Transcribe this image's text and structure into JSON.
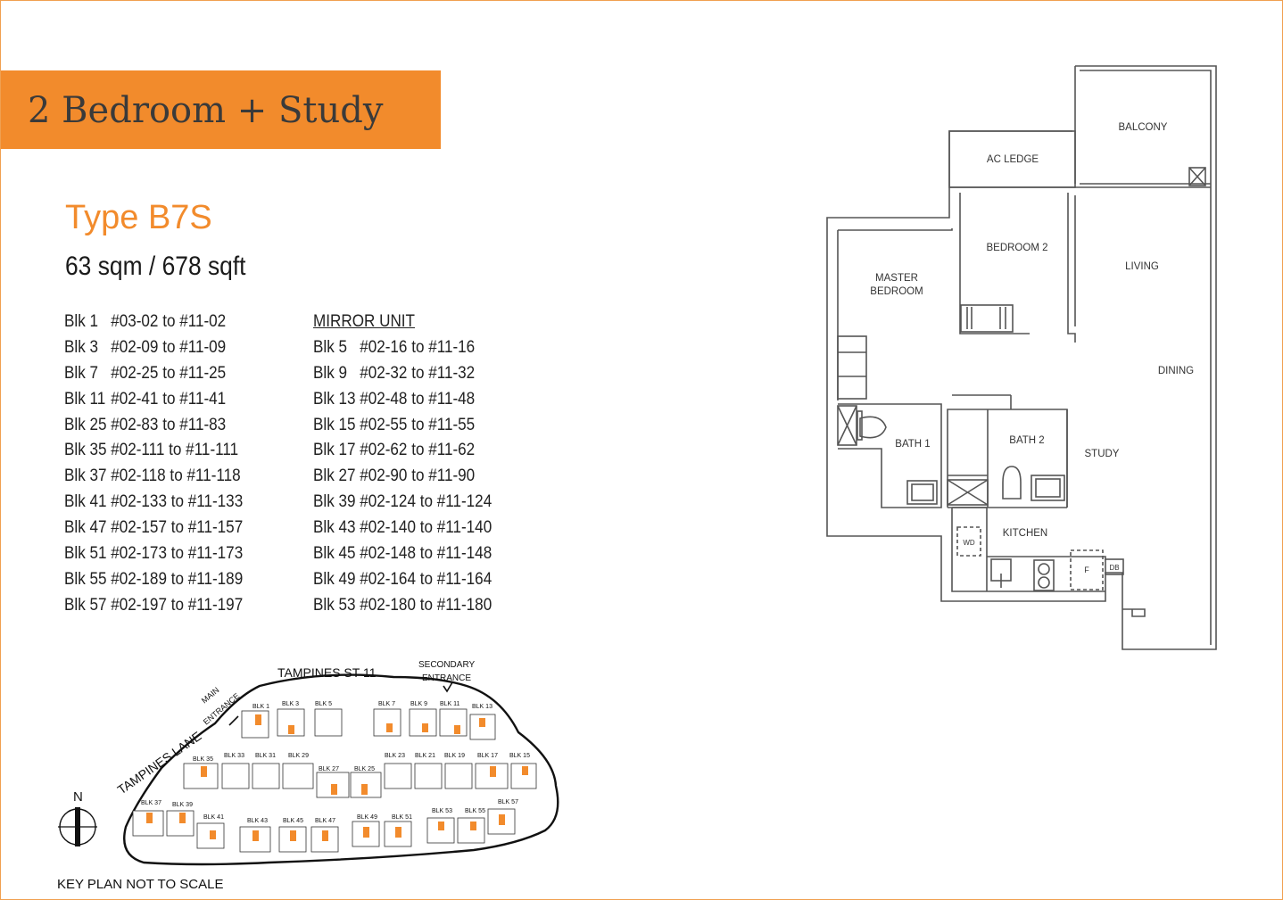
{
  "header": {
    "title": "2 Bedroom + Study"
  },
  "unit": {
    "type": "Type B7S",
    "area": "63 sqm / 678 sqft"
  },
  "units": [
    {
      "blk": "Blk 1",
      "range": "#03-02 to #11-02"
    },
    {
      "blk": "Blk 3",
      "range": "#02-09 to #11-09"
    },
    {
      "blk": "Blk 7",
      "range": "#02-25 to #11-25"
    },
    {
      "blk": "Blk 11",
      "range": "#02-41 to #11-41"
    },
    {
      "blk": "Blk 25",
      "range": "#02-83 to #11-83"
    },
    {
      "blk": "Blk 35",
      "range": "#02-111 to #11-111"
    },
    {
      "blk": "Blk 37",
      "range": "#02-118 to #11-118"
    },
    {
      "blk": "Blk 41",
      "range": "#02-133 to #11-133"
    },
    {
      "blk": "Blk 47",
      "range": "#02-157 to #11-157"
    },
    {
      "blk": "Blk 51",
      "range": "#02-173 to #11-173"
    },
    {
      "blk": "Blk 55",
      "range": "#02-189 to #11-189"
    },
    {
      "blk": "Blk 57",
      "range": "#02-197 to #11-197"
    }
  ],
  "mirror": {
    "heading": "MIRROR UNIT",
    "units": [
      {
        "blk": "Blk 5",
        "range": "#02-16 to #11-16"
      },
      {
        "blk": "Blk 9",
        "range": "#02-32 to #11-32"
      },
      {
        "blk": "Blk 13",
        "range": "#02-48 to #11-48"
      },
      {
        "blk": "Blk 15",
        "range": "#02-55 to #11-55"
      },
      {
        "blk": "Blk 17",
        "range": "#02-62 to #11-62"
      },
      {
        "blk": "Blk 27",
        "range": "#02-90 to #11-90"
      },
      {
        "blk": "Blk 39",
        "range": "#02-124 to #11-124"
      },
      {
        "blk": "Blk 43",
        "range": "#02-140 to #11-140"
      },
      {
        "blk": "Blk 45",
        "range": "#02-148 to #11-148"
      },
      {
        "blk": "Blk 49",
        "range": "#02-164 to #11-164"
      },
      {
        "blk": "Blk 53",
        "range": "#02-180 to #11-180"
      }
    ]
  },
  "floorplan": {
    "rooms": {
      "balcony": "BALCONY",
      "ac_ledge": "AC LEDGE",
      "bedroom2": "BEDROOM 2",
      "living": "LIVING",
      "master1": "MASTER",
      "master2": "BEDROOM",
      "dining": "DINING",
      "bath1": "BATH 1",
      "bath2": "BATH 2",
      "study": "STUDY",
      "kitchen": "KITCHEN",
      "wd": "WD",
      "fridge": "F",
      "db": "DB"
    }
  },
  "keyplan": {
    "road_top": "TAMPINES ST 11",
    "road_left": "TAMPINES LANE",
    "main_entrance_1": "MAIN",
    "main_entrance_2": "ENTRANCE",
    "secondary_1": "SECONDARY",
    "secondary_2": "ENTRANCE",
    "north": "N",
    "note": "KEY PLAN NOT TO SCALE",
    "blocks": [
      "BLK 1",
      "BLK 3",
      "BLK 5",
      "BLK 7",
      "BLK 9",
      "BLK 11",
      "BLK 13",
      "BLK 35",
      "BLK 33",
      "BLK 31",
      "BLK 29",
      "BLK 27",
      "BLK 25",
      "BLK 23",
      "BLK 21",
      "BLK 19",
      "BLK 17",
      "BLK 15",
      "BLK 37",
      "BLK 39",
      "BLK 41",
      "BLK 43",
      "BLK 45",
      "BLK 47",
      "BLK 49",
      "BLK 51",
      "BLK 53",
      "BLK 55",
      "BLK 57"
    ]
  },
  "colors": {
    "accent": "#f28b2c",
    "line": "#555555"
  }
}
